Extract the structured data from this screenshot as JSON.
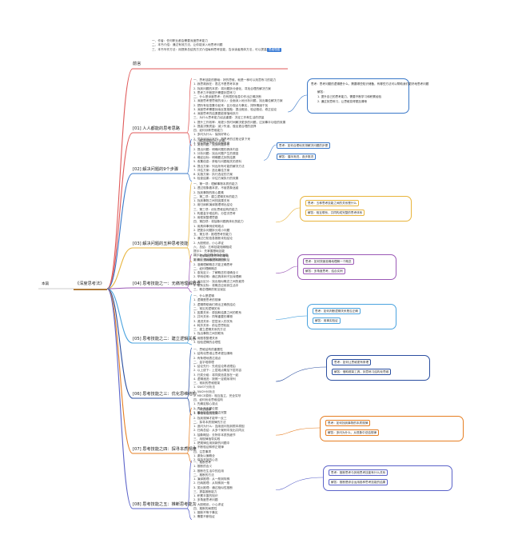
{
  "root": {
    "left_label": "本篇",
    "center_label": "《深度思考法》"
  },
  "intro": {
    "label": "前言",
    "lines": [
      "一、作者：任何职业都会需要深度思考能力",
      "二、本书介绍：通过有效方法，让你能深入地思考问题",
      "三、本书写作方法：用提炼总结的方式介绍每种思考技能，告诉读者具体方法，可以提高思维能力"
    ],
    "badge": "思维导图"
  },
  "categories": [
    {
      "label": "[01] 人人都能的思考思路",
      "lines": [
        "一、思考技能的基础：好的思维，就是一种可以刻意练习的能力",
        "1. 我思故我在：表达不是思考本身",
        "2. 找到问题的本质：将问题拆分细化，寻找合理的解决方案",
        "3. 思考力不断提升需要刻意练习",
        "二、什么是深度思考：在有限的信息中作出正确决断",
        "1. 深度思考是思维的深入：全面深入地分析问题，找出最佳解决方案",
        "2. 把所有信息集中起来：区分观点与事实，排除情绪干扰",
        "3. 深度思考需要持续反复推敲：提出假设、验证假设、修正结论",
        "4. 深度思考的结果要能够落地执行",
        "三、为什么思考能力如此重要：决定工作和生活的质量",
        "1. 提升工作效率：用更少的时间解决更多的问题，达到事半功倍的效果",
        "2. 提高决策质量：减少失误，做出更合理的选择",
        "四、如何训练思维能力",
        "1. 多问为什么：保持好奇心",
        "2. 坚持阅读与写作：把思考的过程记录下来",
        "3. 在实践中不断总结和复盘"
      ],
      "note": {
        "head": "思考：思考问题的逻辑是什么，需要哪些知识储备，有哪些方法可以帮助我们更好地思考问题",
        "sub": "解答：",
        "items": [
          "1. 提升自己的思考能力，需要不断学习和积累经验",
          "2. 通过刻意练习，让思维变得更加清晰"
        ]
      }
    },
    {
      "label": "[02] 解决问题的9个步骤",
      "lines": [
        "一、解决问题的9个步骤",
        "1. 发现问题：找到问题所在",
        "2. 提出问题：明确问题的具体内容",
        "3. 分析问题：找出问题产生的原因",
        "4. 确定目标：明确要达到的结果",
        "5. 收集信息：获取与问题相关的资料",
        "6. 提出方案：列出所有可能的解决方法",
        "7. 评估方案：选出最佳方案",
        "8. 实施方案：执行选定的方案",
        "9. 检查结果：评估方案执行的效果"
      ],
      "tags": [
        "思考：如何合理地安排解决问题的步骤",
        "解答：循序渐进，逐步推进"
      ]
    },
    {
      "label": "[03] 解决问题的五种思考技能",
      "lines": [
        "一、第一项：理解事物本质的能力",
        "1. 透过现象看本质，不被表象迷惑",
        "2. 找到事物的核心要素",
        "二、第二项：建立逻辑关系的能力",
        "1. 找到事物之间的因果关系",
        "2. 用归纳和演绎推理得出结论",
        "三、第三项：优化思维结构的能力",
        "1. 构建金字塔结构，分层次思考",
        "2. 用框架整理思路",
        "四、第四项：将抽象问题具体化的能力",
        "1. 用具体事例说明观点",
        "2. 把复杂问题拆分成小问题",
        "五、第五项：推理思考的能力",
        "1. 通过已知信息推断未知结论",
        "2. 大胆假设，小心求证",
        "六、总结：五种技能相辅相成",
        "提示1：先掌握基础技能",
        "提示2：在实践中综合运用",
        "提示3：持续反思和改进"
      ],
      "tags": [
        "思考：五种思考技能之间的关系是什么",
        "解答：相互联系，共同构成完整的思考体系"
      ]
    },
    {
      "label": "[04] 思考技能之一：无痛地理解概念",
      "lines": [
        "一、理解概念是思考的基础",
        "1. 概念是对事物本质的概括",
        "2. 准确理解概念才能正确思考",
        "二、如何理解概念",
        "1. 查找定义：了解概念的准确含义",
        "2. 举例说明：通过具体例子加深理解",
        "3. 对比区分：找出相似概念之间的差异",
        "4. 联系实际：将概念应用到生活中",
        "三、概念理解的常见误区"
      ],
      "tags": [
        "思考：如何快速准确地理解一个概念",
        "解答：多角度思考，结合实例"
      ]
    },
    {
      "label": "[05] 思考技能之二：建立逻辑关系",
      "lines": [
        "一、什么是逻辑",
        "1. 逻辑是思考的规律",
        "2. 逻辑帮助我们得出正确的结论",
        "二、常见的逻辑关系",
        "1. 因果关系：原因和结果之间的联系",
        "2. 并列关系：同等重要的事物",
        "3. 递进关系：层层深入的关系",
        "4. 转折关系：前后意思相反",
        "三、建立逻辑关系的方法",
        "1. 找出事物之间的联系",
        "2. 用图表整理关系",
        "3. 检验逻辑的合理性"
      ],
      "tags": [
        "思考：如何判断逻辑关系是否正确",
        "解答：用事实验证"
      ]
    },
    {
      "label": "[06] 思考技能之三：优化思维结构",
      "lines": [
        "一、思维结构的重要性",
        "1. 结构化思维让思考更加清晰",
        "2. 有条理地表达观点",
        "二、金字塔原理",
        "1. 结论先行：先说结论再说理由",
        "2. 以上统下：上层观点概括下层内容",
        "3. 归类分组：将同类信息放在一起",
        "4. 逻辑递进：按照一定顺序排列",
        "三、常用的思维框架",
        "1. SWOT分析法",
        "2. 5W2H分析法",
        "3. MECE原则：相互独立，完全穷尽",
        "四、如何优化思维结构",
        "1. 先确定核心观点",
        "2. 再补充支撑论据",
        "3. 最后检查结构是否完整"
      ],
      "tags": [
        "思考：如何让思维更有条理",
        "解答：借助框架工具，刻意练习结构化思维"
      ]
    },
    {
      "label": "[07] 思考技能之四：探寻本质规律",
      "lines": [
        "一、本质规律",
        "1. 事物背后的规律",
        "2. 找到规律才能举一反三",
        "二、探寻本质规律的方法",
        "1. 追问为什么：连续追问找到根本原因",
        "2. 归纳总结：从多个案例中找出共同点",
        "3. 抽象概括：去除非本质的细节",
        "三、用规律指导实践",
        "1. 把规律应用到新的问题中",
        "2. 不断验证和修正规律",
        "四、注意事项",
        "1. 避免以偏概全",
        "2. 保持开放的心态"
      ],
      "tags": [
        "思考：如何找到事物的本质规律",
        "解答：多问为什么，从现象中总结规律"
      ]
    },
    {
      "label": "[08] 思考技能之五：推断思考能力",
      "lines": [
        "一、推断思考",
        "1. 推断的含义",
        "2. 推断在生活中的应用",
        "二、推断的方法",
        "1. 演绎推理：从一般到特殊",
        "2. 归纳推理：从特殊到一般",
        "3. 类比推理：通过相似性推断",
        "三、提高推断能力",
        "1. 积累丰富的知识",
        "2. 多角度思考问题",
        "3. 大胆假设，小心求证",
        "四、推断的局限性",
        "1. 推断不等于事实",
        "2. 需要不断验证"
      ],
      "tags": [
        "思考：推断思考与其他思考技能有什么关系",
        "解答：推断是综合运用各种思考技能的结果"
      ]
    }
  ],
  "colors": {
    "red": "#e05a5a",
    "blue": "#3a78c8",
    "yellow": "#e8b43c",
    "purple": "#9b59b6",
    "sky": "#4aa3df",
    "navy": "#2b4fa0",
    "orange": "#e67e22",
    "indigo": "#5b63c9",
    "brown": "#b07b3a"
  }
}
